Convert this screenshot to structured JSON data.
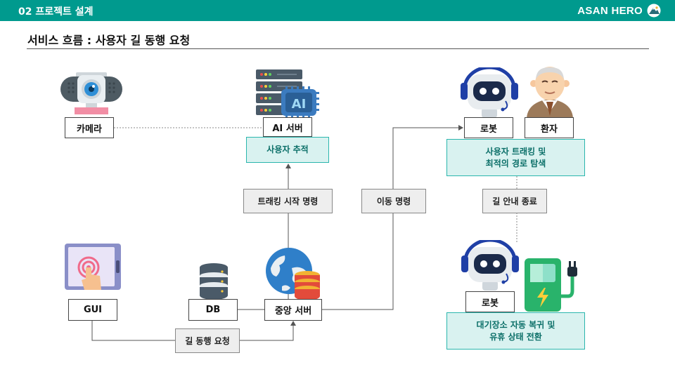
{
  "header": {
    "section_title": "02 프로젝트 설계",
    "brand": "ASAN HERO"
  },
  "slide": {
    "title": "서비스 흐름 : 사용자 길 동행 요청"
  },
  "nodes": {
    "camera": "카메라",
    "ai_server": "AI 서버",
    "robot_top": "로봇",
    "patient": "환자",
    "gui": "GUI",
    "db": "DB",
    "central_server": "중앙 서버",
    "robot_bottom": "로봇"
  },
  "process": {
    "user_tracking": "사용자 추적",
    "robot_tracking_line1": "사용자 트래킹 및",
    "robot_tracking_line2": "최적의 경로 탐색",
    "return_line1": "대기장소 자동 복귀 및",
    "return_line2": "유휴 상태 전환"
  },
  "edge_labels": {
    "start_tracking": "트래킹 시작 명령",
    "move_command": "이동 명령",
    "guide_end": "길 안내 종료",
    "escort_request": "길 동행 요청"
  },
  "icons": {
    "ai_chip_text": "AI"
  },
  "colors": {
    "accent": "#009a8e",
    "process_fill": "#d9f2f0",
    "process_border": "#2bb6ad"
  }
}
